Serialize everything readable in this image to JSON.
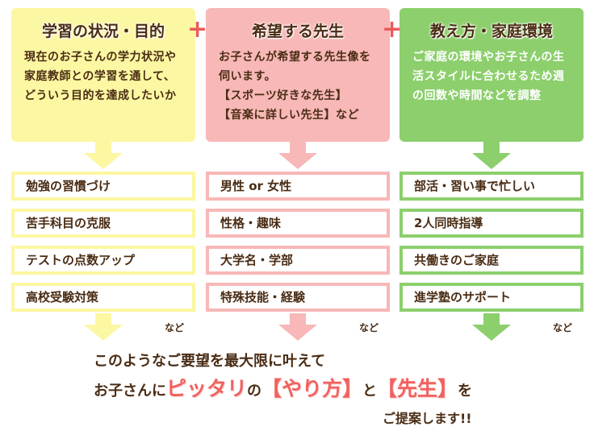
{
  "columns": [
    {
      "title": "学習の状況・目的",
      "desc": "現在のお子さんの学力状況や家庭教師との学習を通して、どういう目的を達成したいか",
      "items": [
        "勉強の習慣づけ",
        "苦手科目の克服",
        "テストの点数アップ",
        "高校受験対策"
      ],
      "etc": "など",
      "color": "#fcf7a2"
    },
    {
      "title": "希望する先生",
      "desc": "お子さんが希望する先生像を伺います。\n【スポーツ好きな先生】\n【音楽に詳しい先生】など",
      "items": [
        "男性 or 女性",
        "性格・趣味",
        "大学名・学部",
        "特殊技能・経験"
      ],
      "etc": "など",
      "color": "#f7b8b7"
    },
    {
      "title": "教え方・家庭環境",
      "desc": "ご家庭の環境やお子さんの生活スタイルに合わせるため週の回数や時間などを調整",
      "items": [
        "部活・習い事で忙しい",
        "2人同時指導",
        "共働きのご家庭",
        "進学塾のサポート"
      ],
      "etc": "など",
      "color": "#8ccf6c"
    }
  ],
  "plus": "+",
  "message": {
    "line1": "このようなご要望を最大限に叶えて",
    "line2_a": "お子さんに",
    "line2_b": "ピッタリ",
    "line2_c": "の",
    "line2_d": "【やり方】",
    "line2_e": "と",
    "line2_f": "【先生】",
    "line2_g": "を",
    "line3": "ご提案します!!"
  }
}
